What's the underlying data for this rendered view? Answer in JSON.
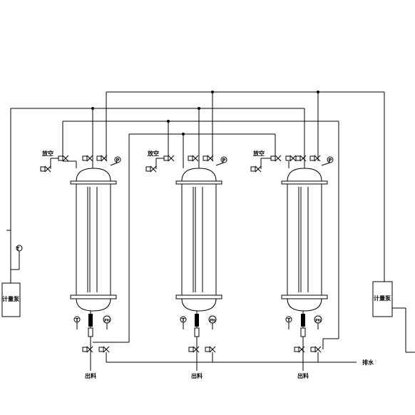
{
  "labels": {
    "vent": "放空",
    "discharge": "出料",
    "drain": "排水",
    "metering_pump_left": "计量泵",
    "metering_pump_right": "计量泵",
    "temp_symbol": "T",
    "pressure_symbol": "P",
    "ph_symbol": "PH"
  }
}
